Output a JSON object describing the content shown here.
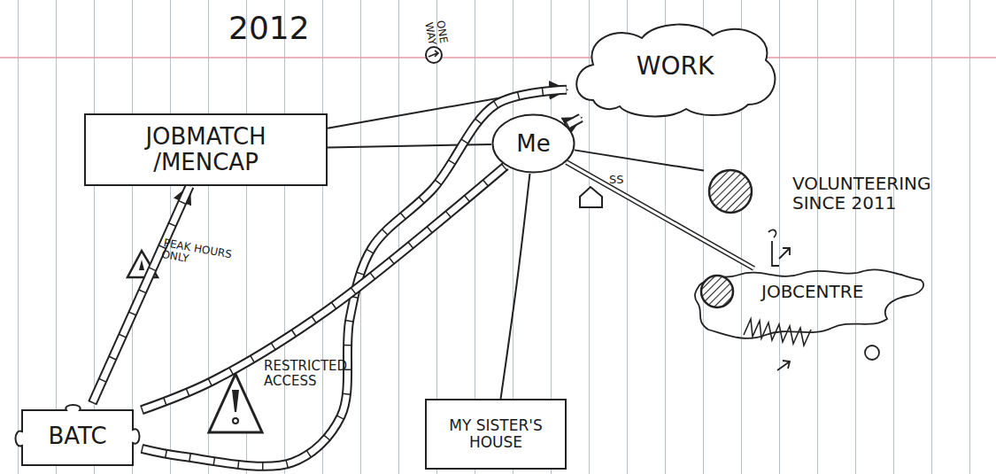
{
  "diagram": {
    "title": "2012",
    "nodes": [
      {
        "text": [
          "WORK"
        ]
      },
      {
        "text": [
          "JOBMATCH /MENCAP"
        ]
      },
      {
        "text": [
          "Me"
        ]
      },
      {
        "text": [
          "VOLUNTEERING SINCE 2011"
        ]
      },
      {
        "text": [
          "JOBCENTRE"
        ]
      },
      {
        "text": [
          "BATC"
        ]
      },
      {
        "text": [
          "MY SISTER'S HOUSE"
        ]
      }
    ],
    "edges": [
      {
        "from": 1,
        "to": 0,
        "arrow": "none"
      },
      {
        "from": 2,
        "to": 0,
        "arrow": "to"
      },
      {
        "from": 2,
        "to": 1,
        "arrow": "none"
      },
      {
        "from": 2,
        "to": 3,
        "arrow": "none"
      },
      {
        "from": 2,
        "to": 4,
        "arrow": "none"
      },
      {
        "from": 2,
        "to": 6,
        "arrow": "none"
      },
      {
        "from": 5,
        "to": 1,
        "arrow": "to"
      },
      {
        "from": 5,
        "to": 0,
        "arrow": "to"
      },
      {
        "from": 5,
        "to": 2,
        "arrow": "none"
      }
    ],
    "labels": [
      "ONE WAY",
      "SS",
      "PEAK HOURS ONLY",
      "RESTRICTED ACCESS"
    ]
  }
}
